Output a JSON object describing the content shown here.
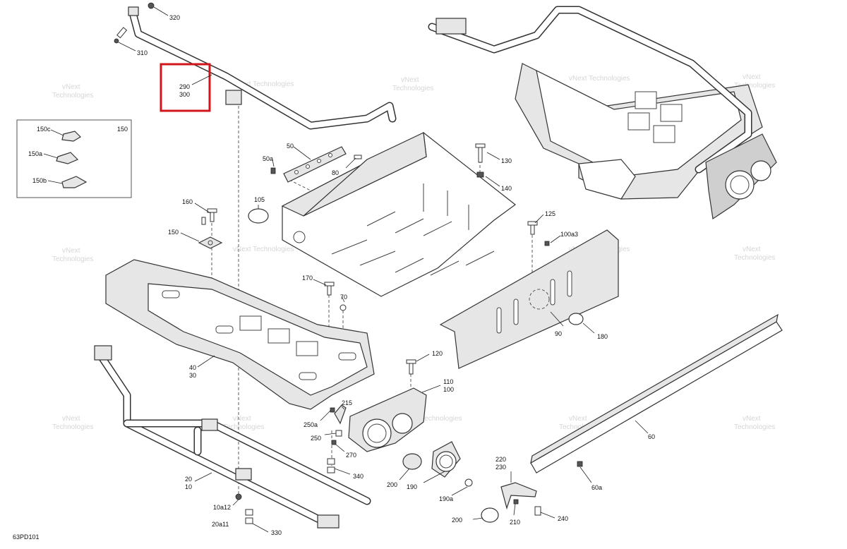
{
  "diagram_code": "63PD101",
  "watermark": {
    "line1": "vNext",
    "line2": "Technologies",
    "inline": "vNext Technologies"
  },
  "highlight": {
    "color": "#d0161b"
  },
  "labels": {
    "l320": "320",
    "l310": "310",
    "l290": "290",
    "l300": "300",
    "l150c": "150c",
    "l150box": "150",
    "l150a": "150a",
    "l150b": "150b",
    "l50": "50",
    "l50a": "50a",
    "l80": "80",
    "l130": "130",
    "l140": "140",
    "l105": "105",
    "l160": "160",
    "l150": "150",
    "l125": "125",
    "l100a3": "100a3",
    "l170": "170",
    "l70": "70",
    "l40": "40",
    "l30": "30",
    "l90": "90",
    "l180": "180",
    "l120": "120",
    "l110": "110",
    "l100": "100",
    "l215": "215",
    "l250a": "250a",
    "l250": "250",
    "l270": "270",
    "l340": "340",
    "l60": "60",
    "l220": "220",
    "l230": "230",
    "l200a": "200",
    "l190": "190",
    "l190a": "190a",
    "l200b": "200",
    "l210": "210",
    "l240": "240",
    "l60a": "60a",
    "l20": "20",
    "l10": "10",
    "l10a12": "10a12",
    "l20a11": "20a11",
    "l330": "330"
  }
}
